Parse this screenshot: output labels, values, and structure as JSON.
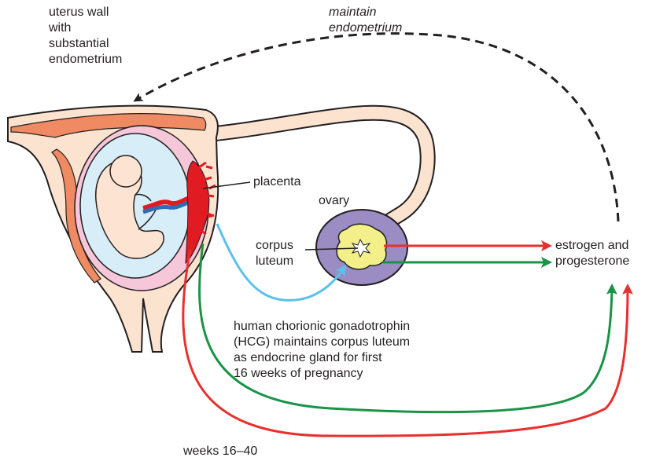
{
  "labels": {
    "uterus_wall": [
      "uterus wall",
      "with",
      "substantial",
      "endometrium"
    ],
    "maintain": [
      "maintain",
      "endometrium"
    ],
    "placenta": "placenta",
    "ovary": "ovary",
    "corpus_luteum": [
      "corpus",
      "luteum"
    ],
    "hormones": [
      "estrogen and",
      "progesterone"
    ],
    "hcg": [
      "human chorionic gonadotrophin",
      "(HCG) maintains corpus luteum",
      "as endocrine gland for first",
      "16 weeks of pregnancy"
    ],
    "weeks": "weeks 16–40"
  },
  "colors": {
    "outline": "#231f20",
    "uterus_tissue": "#fbe3d0",
    "endometrium": "#ef8a62",
    "amniotic_sac": "#f6c6d9",
    "amniotic_fluid": "#d7eef8",
    "fetus": "#fde3d2",
    "placenta": "#e11b22",
    "umbilical_cord": "#2e6db3",
    "ovary": "#9b8cc4",
    "corpus_luteum": "#f3f08a",
    "hcg_arrow": "#5bc0ea",
    "red_arrow": "#e8302e",
    "green_arrow": "#1a9346"
  }
}
